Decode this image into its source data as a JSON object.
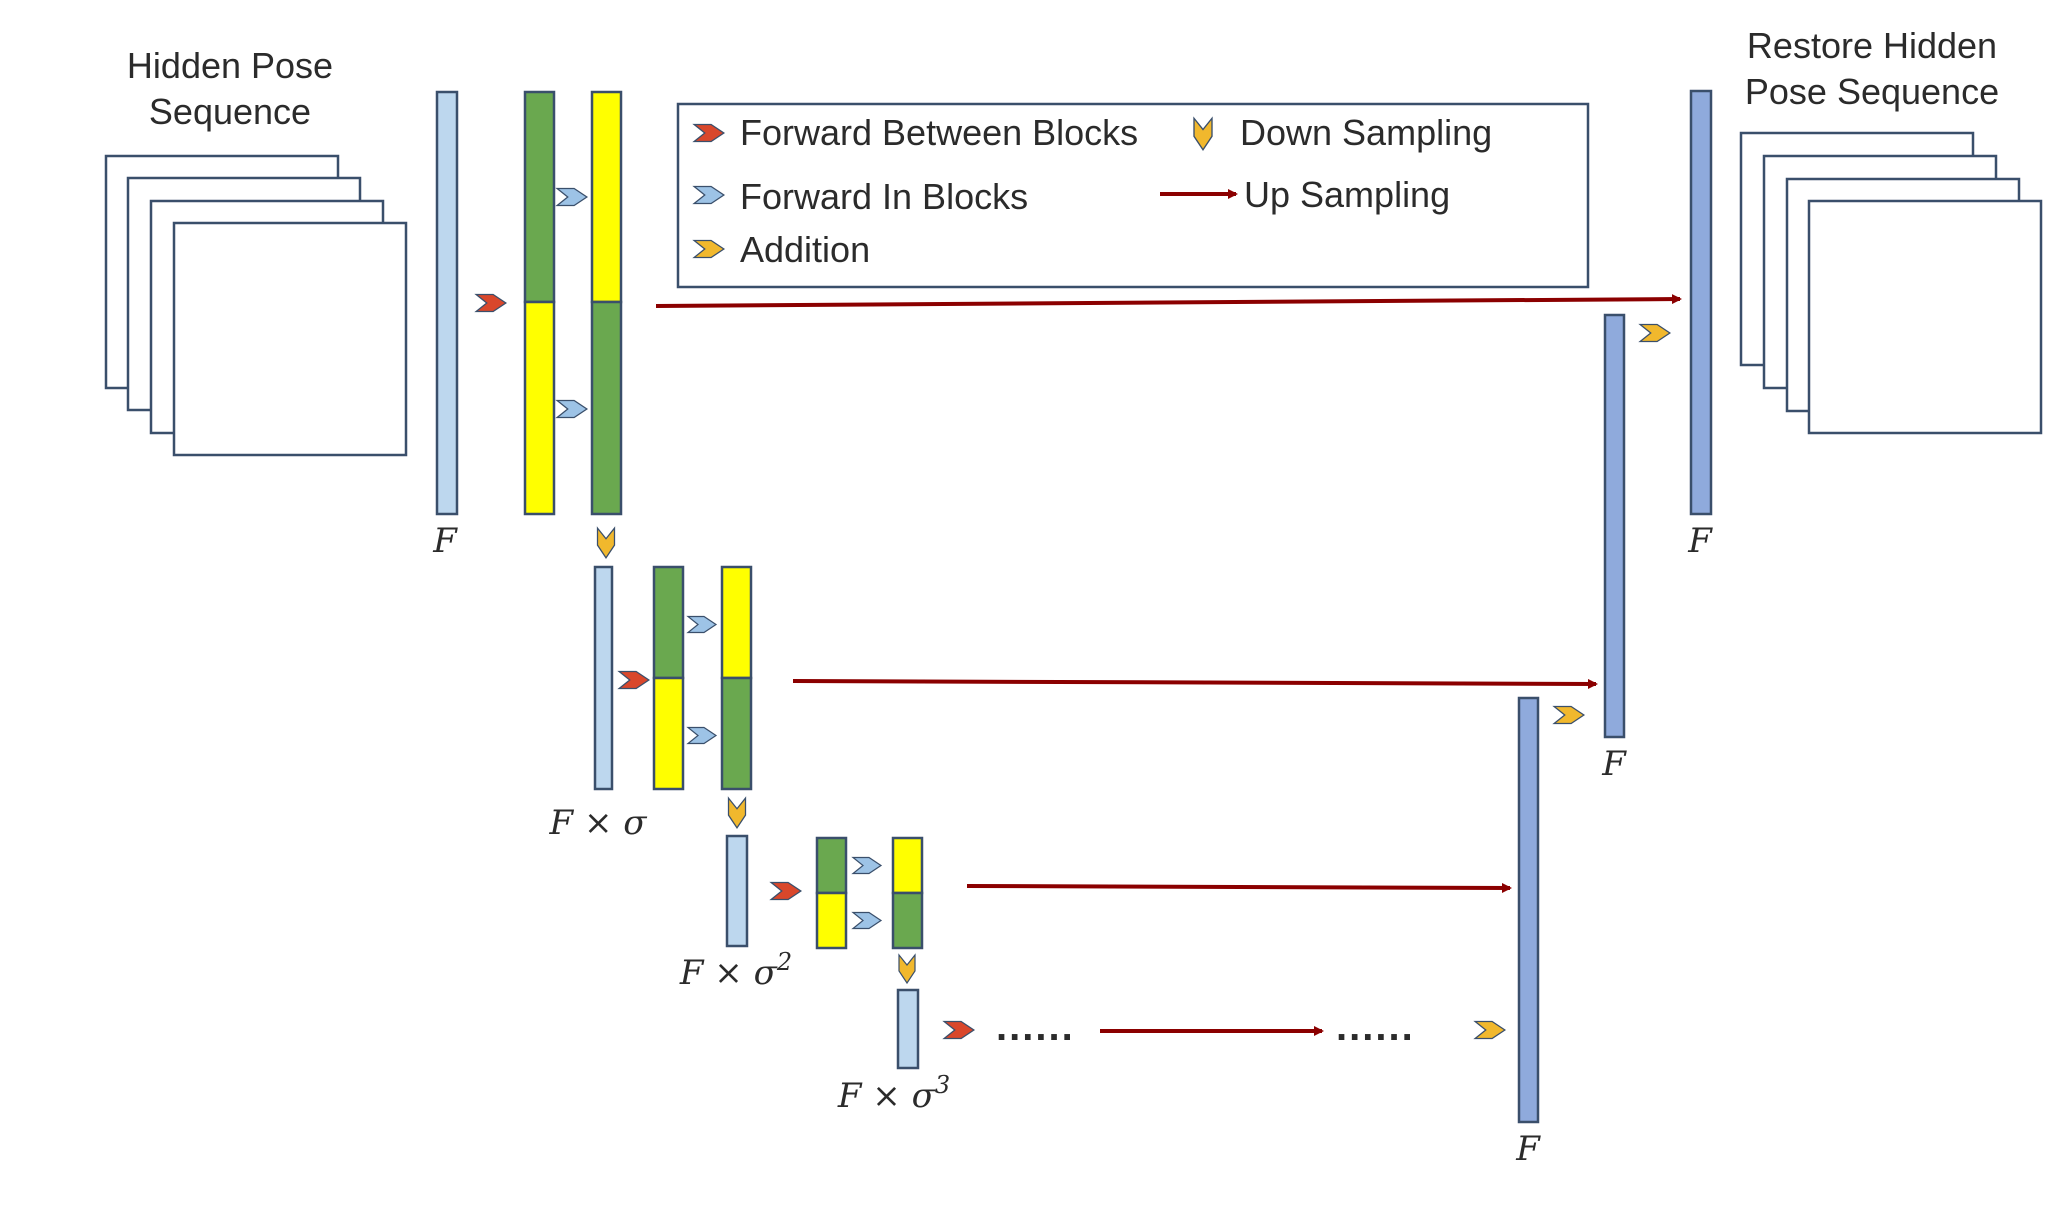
{
  "input": {
    "title_line1": "Hidden Pose",
    "title_line2": "Sequence"
  },
  "output": {
    "title_line1": "Restore Hidden",
    "title_line2": "Pose Sequence"
  },
  "legend": {
    "forward_between_blocks": "Forward Between Blocks",
    "forward_in_blocks": "Forward In Blocks",
    "addition": "Addition",
    "down_sampling": "Down Sampling",
    "up_sampling": "Up Sampling"
  },
  "labels": {
    "level1": "F",
    "level2": "F × σ",
    "level3_base": "F × σ",
    "level3_exp": "2",
    "level4_base": "F × σ",
    "level4_exp": "3",
    "dec_level1": "F",
    "dec_level2": "F",
    "dec_level3": "F",
    "ellipsis_left": "......",
    "ellipsis_right": "......"
  },
  "colors": {
    "feature_light": "#bdd7ee",
    "decoder_blue": "#8faadc",
    "green": "#6aa84f",
    "yellow": "#ffff00",
    "arrow_red": "#8b0000",
    "chevron_red": "#d9472b",
    "chevron_blue": "#9dc3e6",
    "chevron_gold": "#f1b82d",
    "stroke": "#3a4f6b"
  },
  "icons": {
    "forward_between_blocks": "red-chevron-right-icon",
    "forward_in_blocks": "blue-chevron-right-icon",
    "addition": "gold-chevron-right-icon",
    "down_sampling": "gold-chevron-down-icon",
    "up_sampling": "red-arrow-right-icon"
  }
}
